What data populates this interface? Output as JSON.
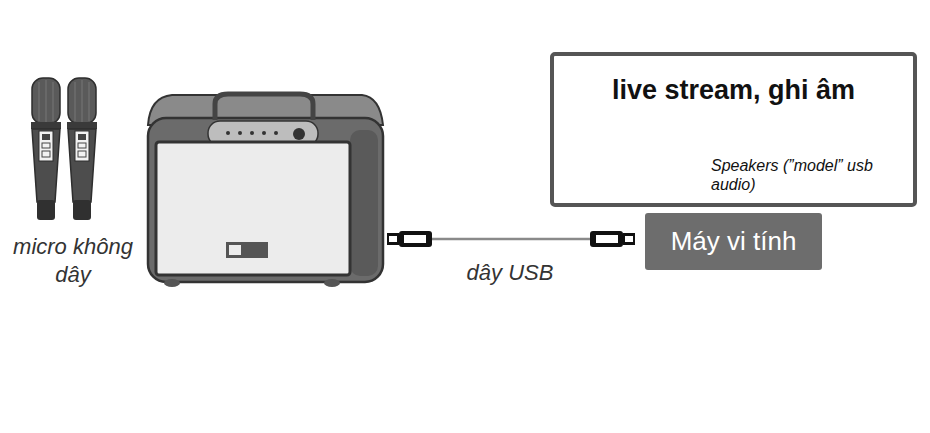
{
  "diagram": {
    "nodes": [
      {
        "text": [
          "live stream, ghi âm",
          "Speakers (”model” usb audio)"
        ]
      },
      {
        "text": [
          "Máy vi tính"
        ]
      }
    ],
    "labels": [
      "micro không dây",
      "dây USB"
    ]
  }
}
